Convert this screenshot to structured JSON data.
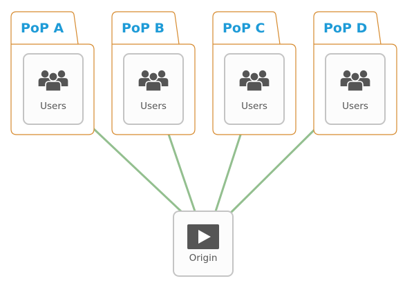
{
  "colors": {
    "pop_border": "#d68a2e",
    "pop_title": "#1e9bd7",
    "node_border": "#c4c4c4",
    "node_fill": "#fcfcfc",
    "icon": "#555555",
    "label": "#555555",
    "link": "#93bf8f"
  },
  "pops": [
    {
      "title": "PoP A",
      "node_label": "Users",
      "icon": "users-icon"
    },
    {
      "title": "PoP B",
      "node_label": "Users",
      "icon": "users-icon"
    },
    {
      "title": "PoP C",
      "node_label": "Users",
      "icon": "users-icon"
    },
    {
      "title": "PoP D",
      "node_label": "Users",
      "icon": "users-icon"
    }
  ],
  "origin": {
    "label": "Origin",
    "icon": "play-icon"
  }
}
